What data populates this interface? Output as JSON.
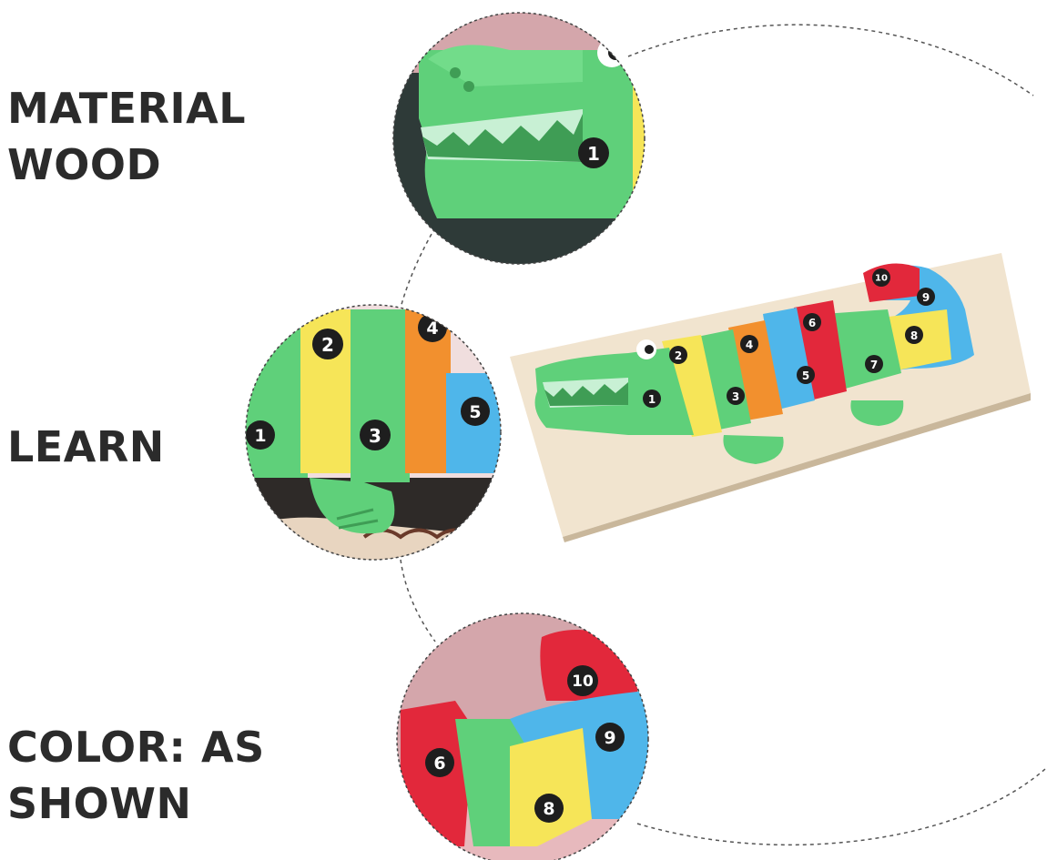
{
  "labels": {
    "material_line1": "MATERIAL",
    "material_line2": "WOOD",
    "learn": "LEARN",
    "color_line1": "COLOR: AS",
    "color_line2": "SHOWN"
  },
  "puzzle": {
    "numbers": [
      "1",
      "2",
      "3",
      "4",
      "5",
      "6",
      "7",
      "8",
      "9",
      "10"
    ]
  },
  "zoom_top": {
    "numbers": [
      "1"
    ]
  },
  "zoom_middle": {
    "numbers": [
      "1",
      "2",
      "3",
      "4",
      "5"
    ]
  },
  "zoom_bottom": {
    "numbers": [
      "6",
      "8",
      "9",
      "10"
    ]
  },
  "colors": {
    "green": "#5fd07a",
    "yellow": "#f6e558",
    "orange": "#f2902e",
    "blue": "#4fb6ea",
    "red": "#e2283b",
    "board": "#f1e4cf",
    "text": "#2b2b2b"
  }
}
